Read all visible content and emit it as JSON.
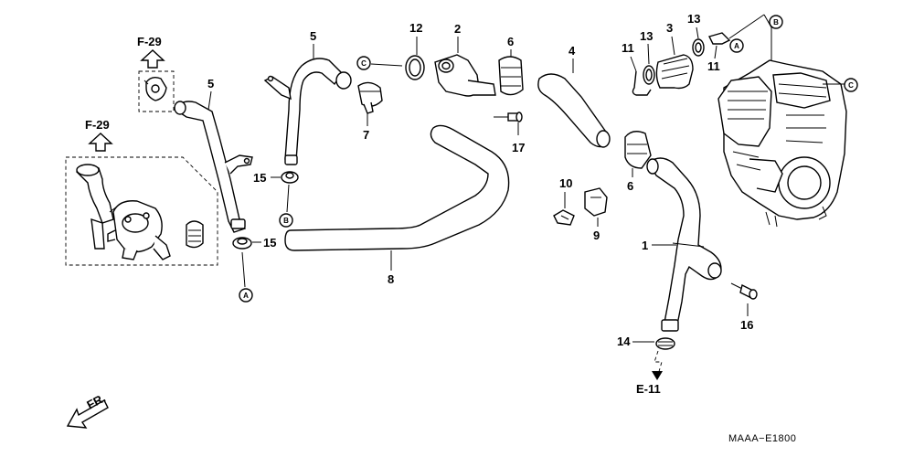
{
  "labels": {
    "p1": "1",
    "p2": "2",
    "p3": "3",
    "p4": "4",
    "p5a": "5",
    "p5b": "5",
    "p6a": "6",
    "p6b": "6",
    "p7": "7",
    "p8": "8",
    "p9": "9",
    "p10": "10",
    "p11a": "11",
    "p11b": "11",
    "p12": "12",
    "p13a": "13",
    "p13b": "13",
    "p14": "14",
    "p15a": "15",
    "p15b": "15",
    "p16": "16",
    "p17": "17"
  },
  "references": {
    "f29_top": "F-29",
    "f29_left": "F-29",
    "e11": "E-11"
  },
  "callouts": {
    "a_bottom": "A",
    "a_right": "A",
    "b_left": "B",
    "b_right": "B",
    "c_left": "C",
    "c_right": "C"
  },
  "direction": "FR.",
  "diagram_code": "MAAA−E1800"
}
